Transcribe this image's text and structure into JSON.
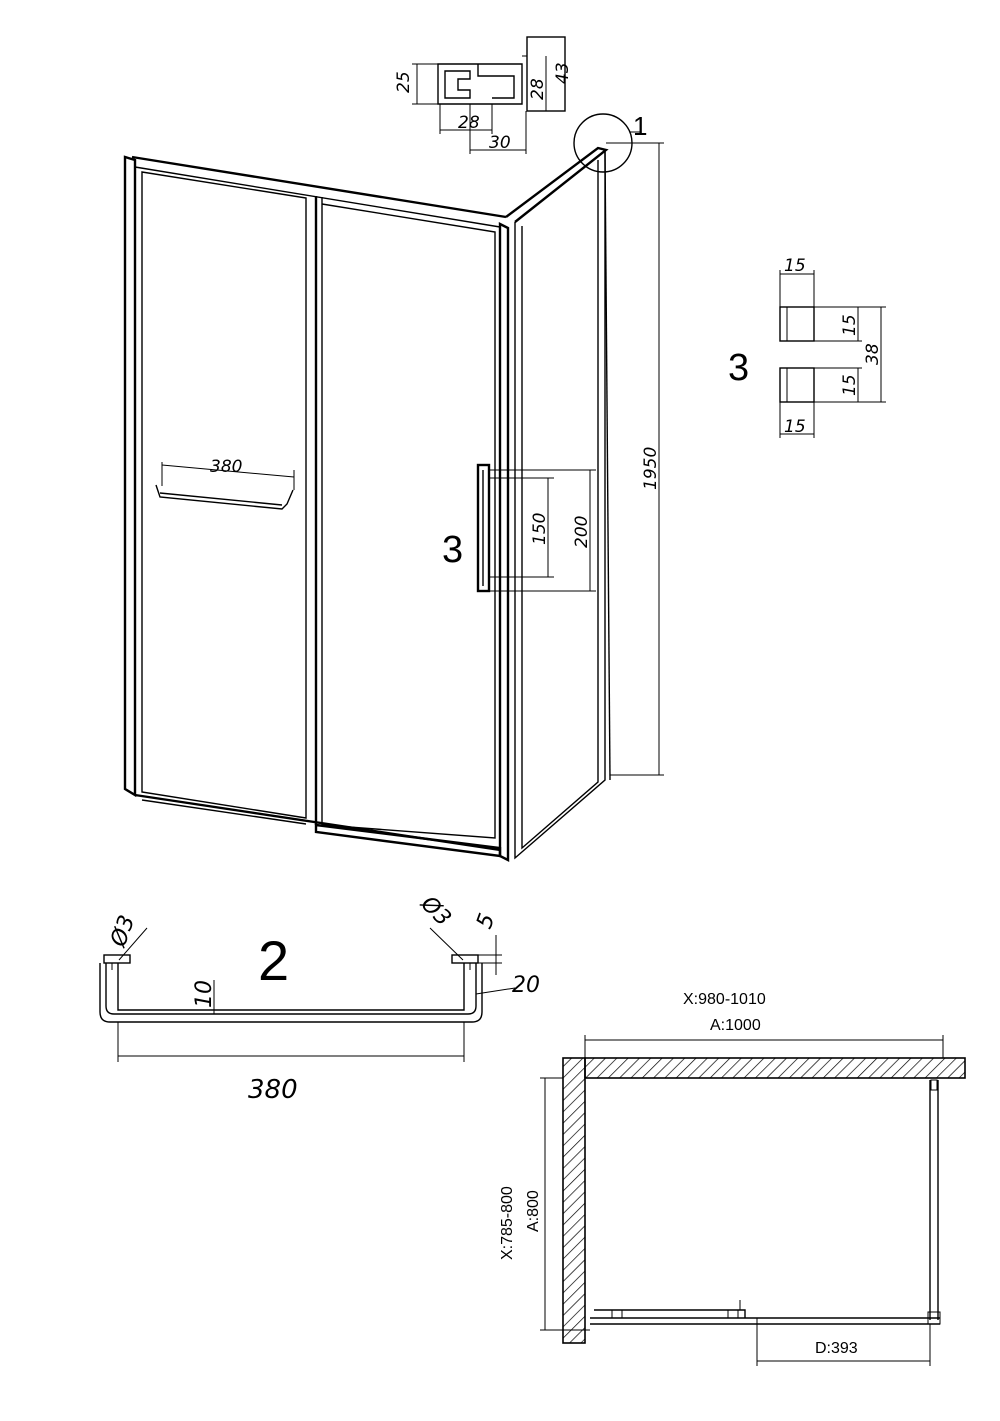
{
  "callouts": {
    "detail_profile": "1",
    "towel_bar": "2",
    "handle_door": "3",
    "handle_detail": "3"
  },
  "profile_dims": {
    "height_25": "25",
    "height_28": "28",
    "height_43": "43",
    "width_28": "28",
    "width_30": "30"
  },
  "enclosure_dims": {
    "height": "1950",
    "towel_bar_length": "380",
    "handle_inner": "150",
    "handle_outer": "200"
  },
  "handle_detail_dims": {
    "top_width": "15",
    "upper_height": "15",
    "total_height": "38",
    "lower_height": "15",
    "bottom_width": "15"
  },
  "towel_bar_detail": {
    "left_diameter": "Ø3",
    "right_diameter": "Ø3",
    "cap_5": "5",
    "height_10": "10",
    "depth_20": "20",
    "length_380": "380"
  },
  "plan_view": {
    "x_width": "X:980-1010",
    "a_width": "A:1000",
    "x_depth": "X:785-800",
    "a_depth": "A:800",
    "door_opening": "D:393"
  }
}
